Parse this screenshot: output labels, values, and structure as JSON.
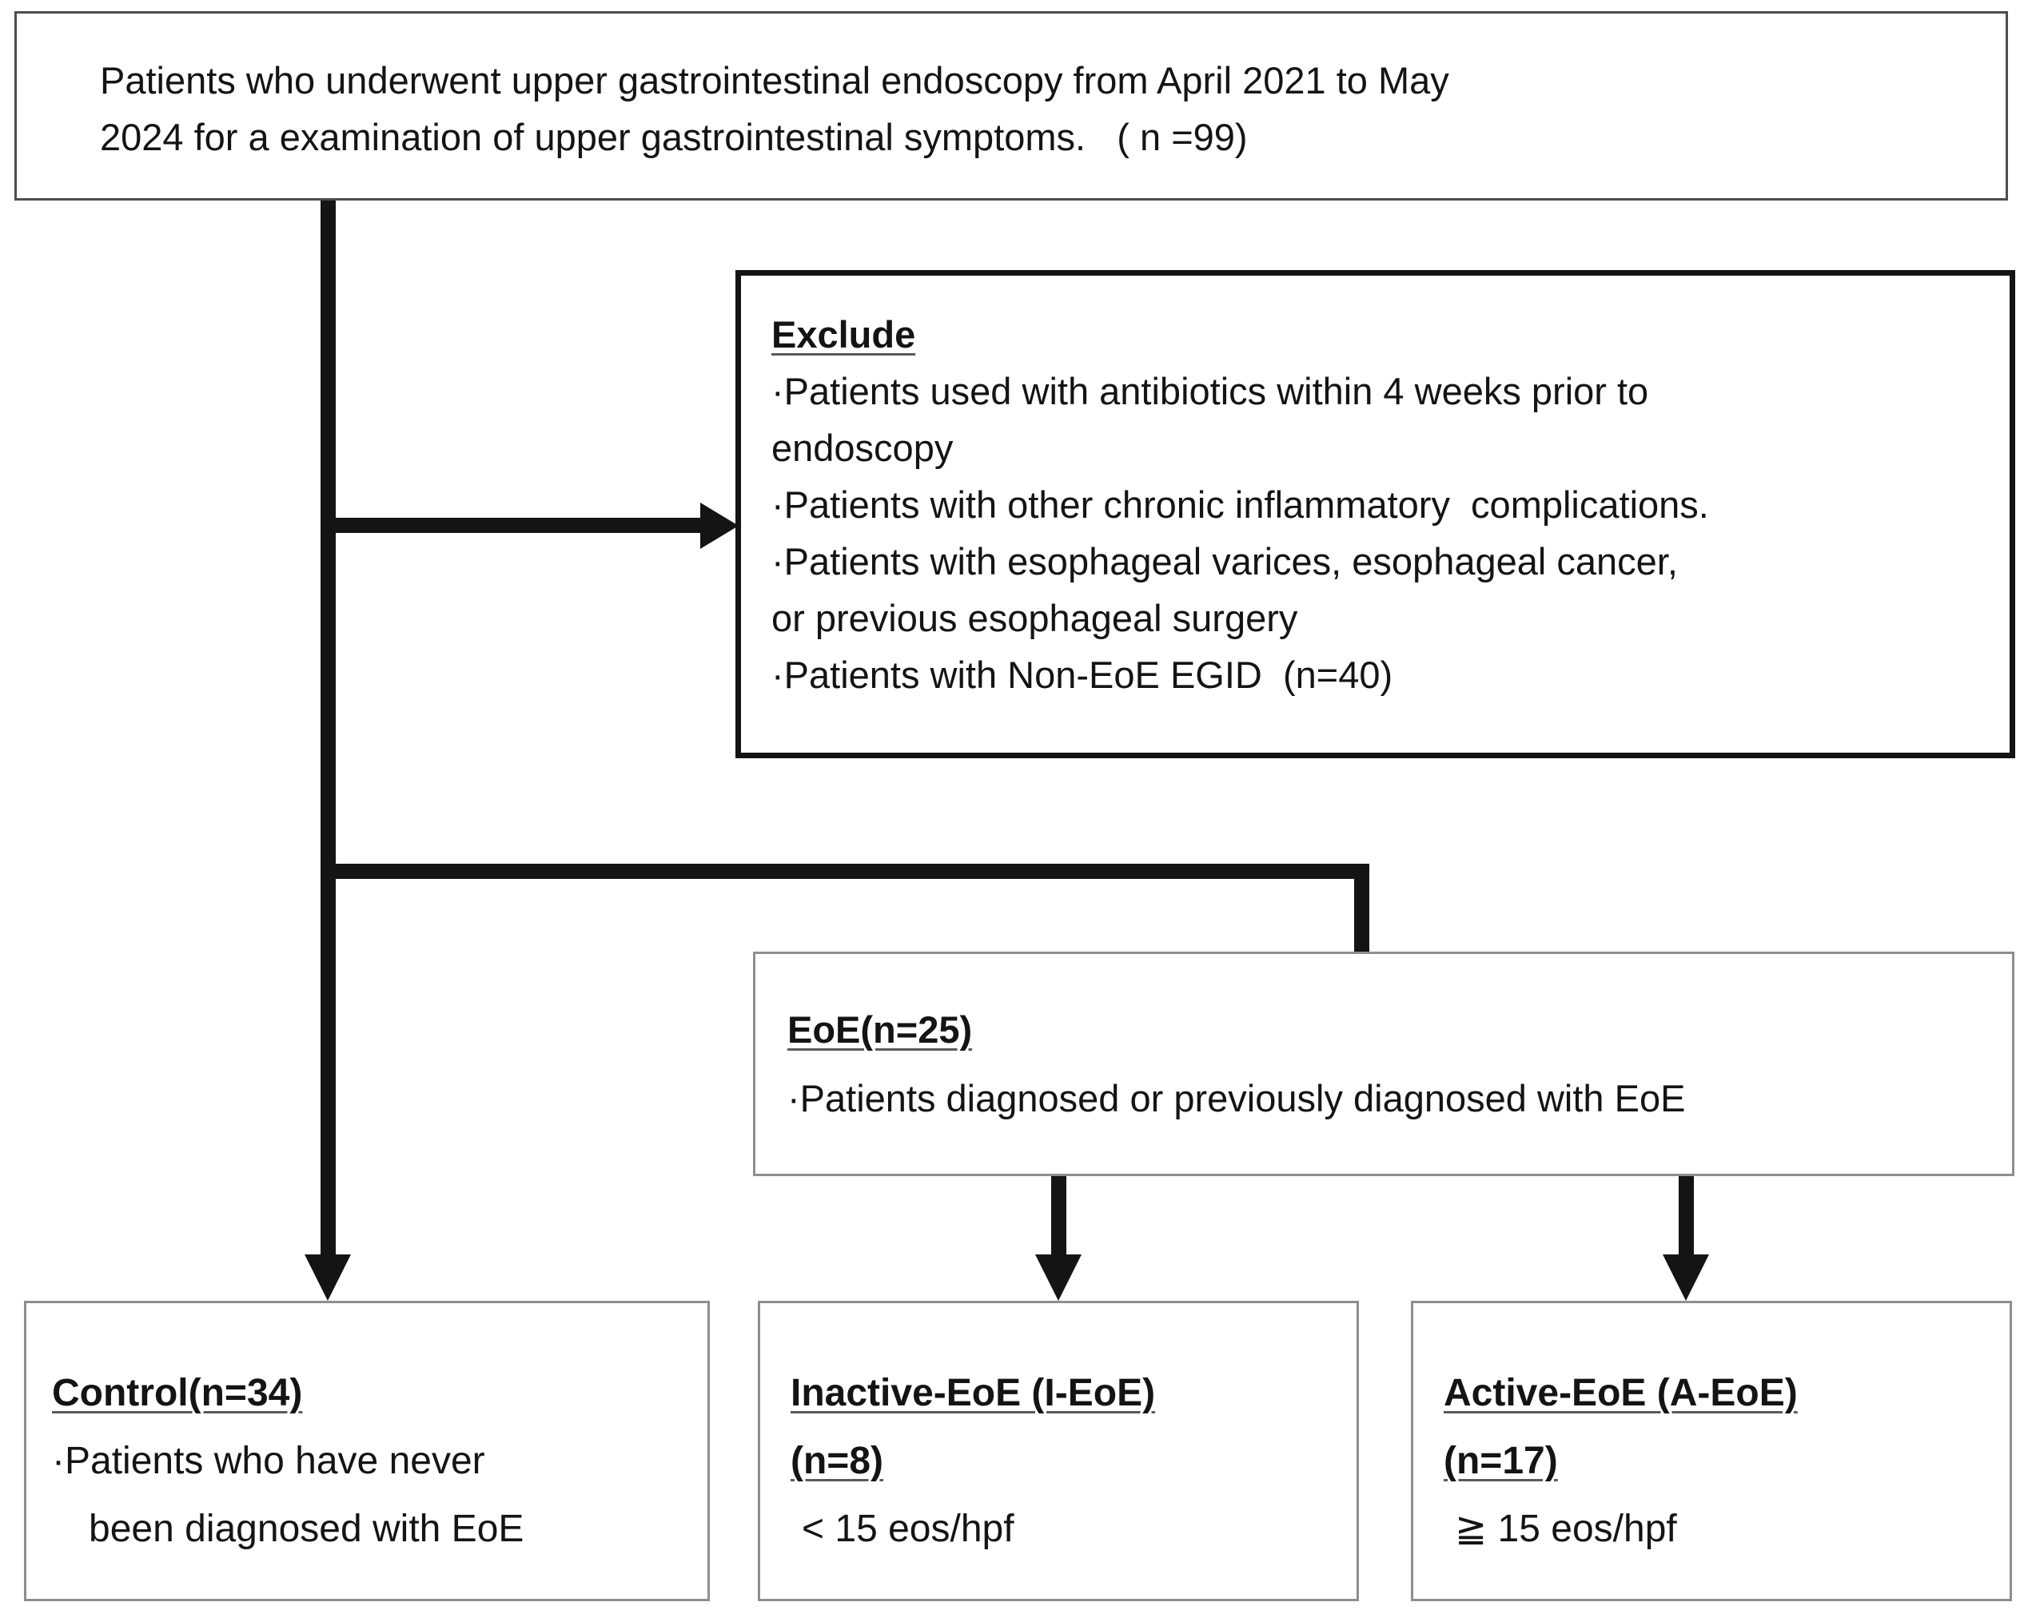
{
  "top_box": {
    "lines": [
      "Patients who underwent upper gastrointestinal endoscopy from April 2021 to May",
      "2024 for a examination of upper gastrointestinal symptoms.   ( n =99)"
    ]
  },
  "exclude_box": {
    "title": "Exclude",
    "lines": [
      "·Patients used with antibiotics within 4 weeks prior to",
      "endoscopy",
      "·Patients with other chronic inflammatory  complications.",
      "·Patients with esophageal varices, esophageal cancer,",
      "or previous esophageal surgery",
      "·Patients with Non-EoE EGID  (n=40)"
    ]
  },
  "eoe_box": {
    "title": "EoE(n=25)",
    "line": "·Patients diagnosed or previously diagnosed with EoE"
  },
  "control_box": {
    "title": "Control(n=34)",
    "lines": [
      "·Patients who have never",
      "been diagnosed with EoE"
    ]
  },
  "inactive_box": {
    "title": "Inactive-EoE (I-EoE)",
    "subtitle": "(n=8)",
    "criteria": "< 15 eos/hpf"
  },
  "active_box": {
    "title": "Active-EoE (A-EoE)",
    "subtitle": "(n=17)",
    "criteria": "≧ 15 eos/hpf"
  },
  "colors": {
    "line": "#141414",
    "border_thin": "#8e8e8e",
    "border_dark": "#4d4d4d",
    "text": "#141414"
  }
}
